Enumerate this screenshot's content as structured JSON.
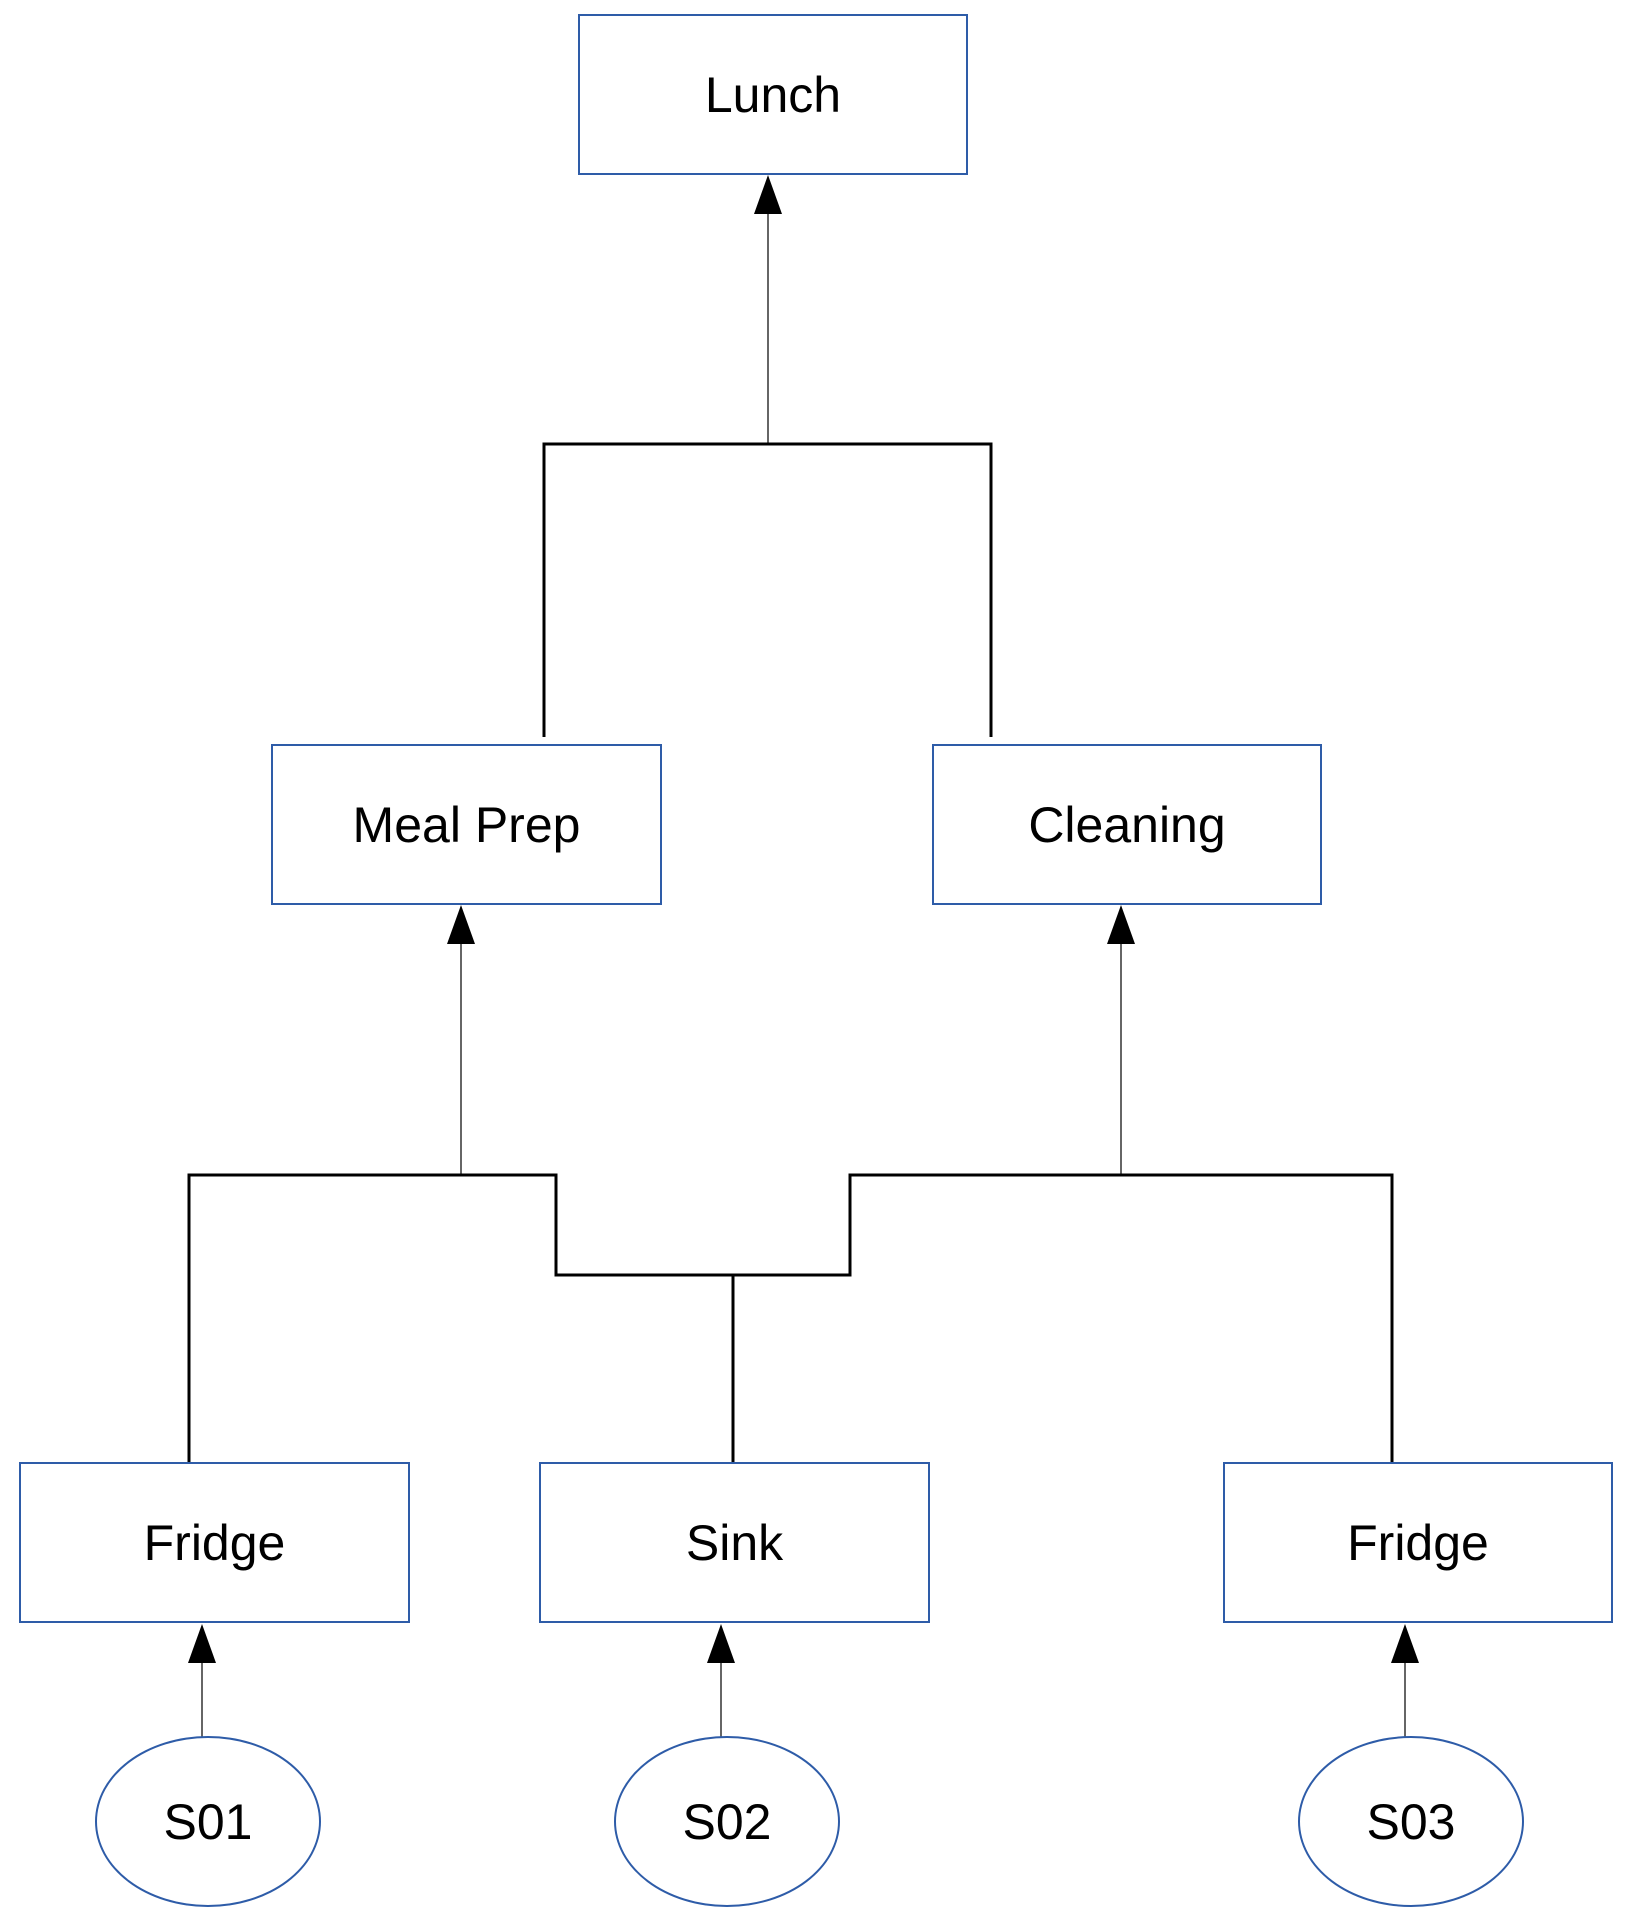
{
  "nodes": {
    "lunch": "Lunch",
    "meal_prep": "Meal Prep",
    "cleaning": "Cleaning",
    "fridge_1": "Fridge",
    "sink": "Sink",
    "fridge_2": "Fridge"
  },
  "sources": {
    "s01": "S01",
    "s02": "S02",
    "s03": "S03"
  },
  "colors": {
    "node_border": "#2e5ca8",
    "connector": "#000000"
  }
}
